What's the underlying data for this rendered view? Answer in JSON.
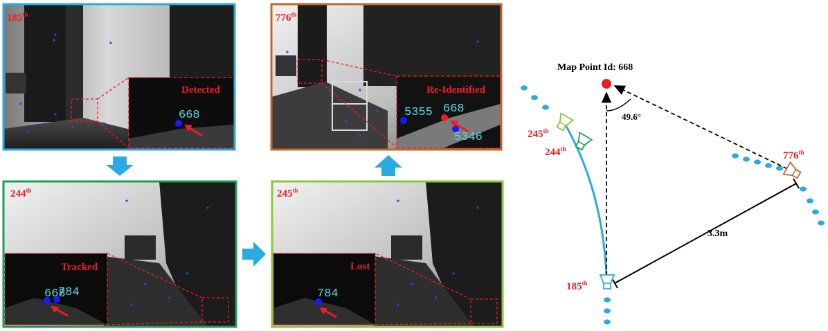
{
  "colors": {
    "frame_185": "#29abe2",
    "frame_776": "#c1682c",
    "frame_244": "#1c9e54",
    "frame_245": "#8cc63f",
    "label_red": "#ee1c24",
    "arrow_blue": "#29abe2",
    "trajectory_blue": "#29abe2",
    "map_point_red": "#ee1c24",
    "camera_185": "#29abe2",
    "camera_244": "#1c9e54",
    "camera_245": "#8cc63f",
    "camera_776": "#c1682c"
  },
  "panels": {
    "p185": {
      "frame": "185",
      "sup": "th",
      "status": "Detected",
      "ids": [
        "668"
      ]
    },
    "p776": {
      "frame": "776",
      "sup": "th",
      "status": "Re-Identified",
      "ids": [
        "5355",
        "668",
        "5346"
      ]
    },
    "p244": {
      "frame": "244",
      "sup": "th",
      "status": "Tracked",
      "ids": [
        "668",
        "784"
      ]
    },
    "p245": {
      "frame": "245",
      "sup": "th",
      "status": "Lost",
      "ids": [
        "784"
      ]
    }
  },
  "diagram": {
    "title": "Map Point Id: 668",
    "angle": "49.6°",
    "distance": "3.3m",
    "cams": [
      {
        "frame": "185",
        "sup": "th"
      },
      {
        "frame": "244",
        "sup": "th"
      },
      {
        "frame": "245",
        "sup": "th"
      },
      {
        "frame": "776",
        "sup": "th"
      }
    ]
  }
}
